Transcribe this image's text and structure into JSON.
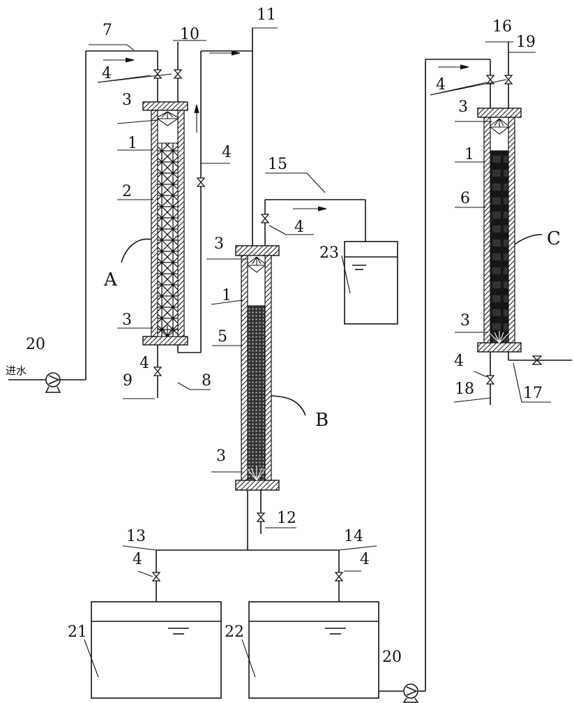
{
  "labels": {
    "n1a": "1",
    "n1b": "1",
    "n1c": "1",
    "n2": "2",
    "n3a": "3",
    "n3b": "3",
    "n3c": "3",
    "n3d": "3",
    "n3e": "3",
    "n3f": "3",
    "n4a": "4",
    "n4b": "4",
    "n4c": "4",
    "n4d": "4",
    "n4e": "4",
    "n4f": "4",
    "n4g": "4",
    "n4h": "4",
    "n5": "5",
    "n6": "6",
    "n7": "7",
    "n8": "8",
    "n9": "9",
    "n10": "10",
    "n11": "11",
    "n12": "12",
    "n13": "13",
    "n14": "14",
    "n15": "15",
    "n16": "16",
    "n17": "17",
    "n18": "18",
    "n19": "19",
    "n20a": "20",
    "n20b": "20",
    "n21": "21",
    "n22": "22",
    "n23": "23",
    "A": "A",
    "B": "B",
    "C": "C",
    "inlet": "进水"
  },
  "colors": {
    "ink": "#111111",
    "background": "#ffffff"
  }
}
